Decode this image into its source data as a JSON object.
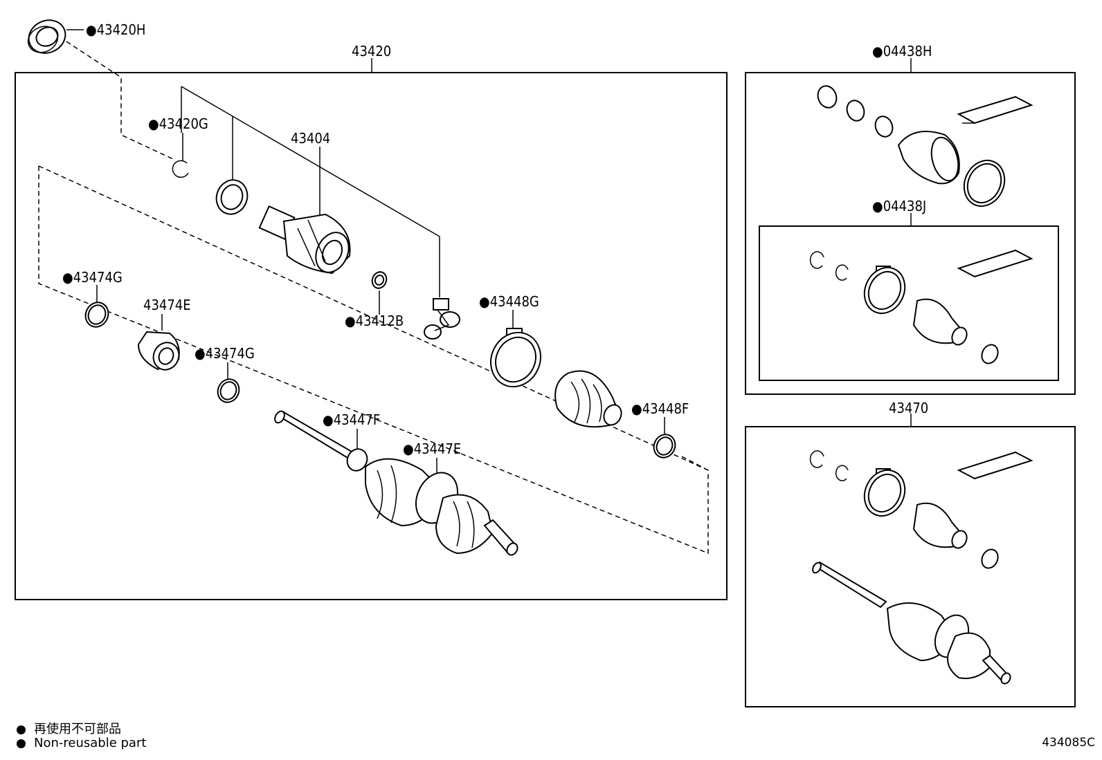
{
  "labels": {
    "p43420H": "●43420H",
    "p43420": "43420",
    "p43420G": "●43420G",
    "p43404": "43404",
    "p43474G_a": "●43474G",
    "p43474E": "43474E",
    "p43474G_b": "●43474G",
    "p43412B": "●43412B",
    "p43448G": "●43448G",
    "p43448F": "●43448F",
    "p43447F": "●43447F",
    "p43447E": "●43447E",
    "p04438H": "●04438H",
    "p04438J": "●04438J",
    "p43470": "43470"
  },
  "legend": {
    "japanese": "再使用不可部品",
    "english": "Non-reusable part"
  },
  "drawing_code": "434085C",
  "colors": {
    "line": "#000000",
    "background": "#ffffff"
  }
}
